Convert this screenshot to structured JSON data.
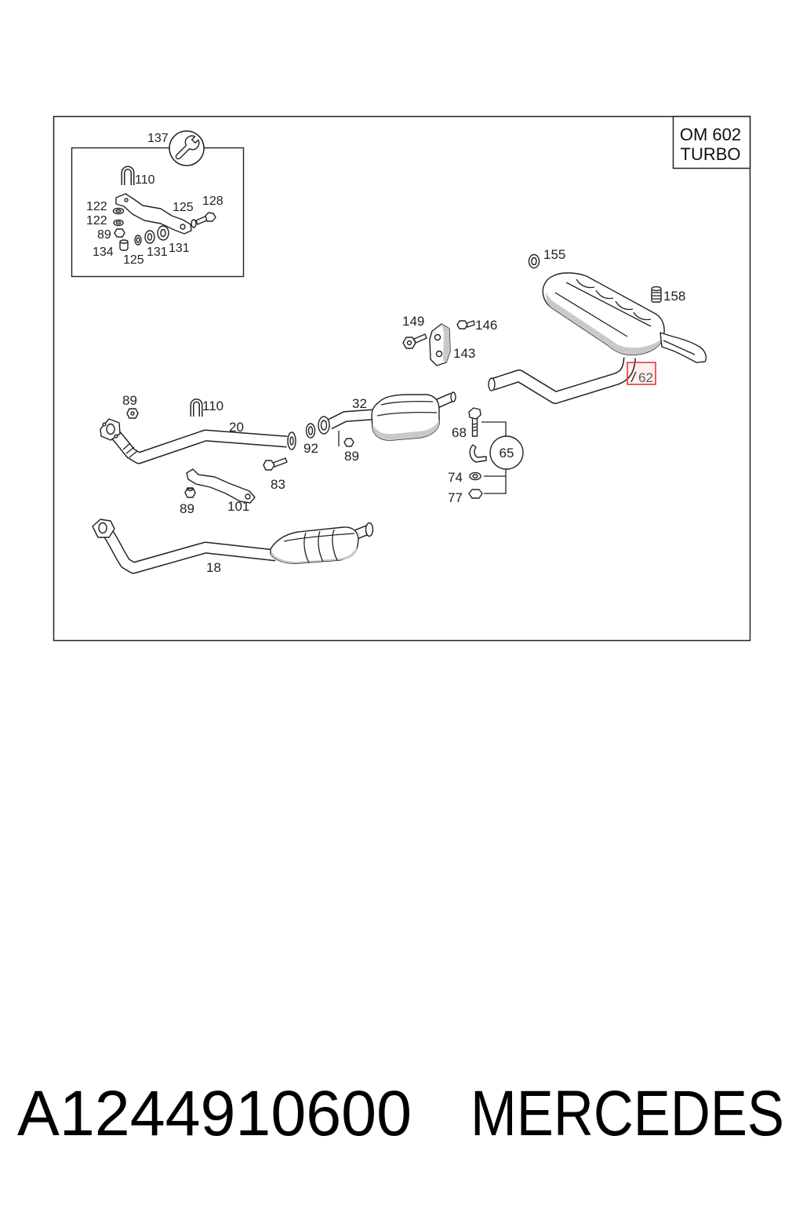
{
  "diagram": {
    "engine_box": {
      "line1": "OM 602",
      "line2": "TURBO"
    },
    "inset": {
      "tool_callout": "137",
      "callouts": [
        "110",
        "122",
        "122",
        "89",
        "134",
        "125",
        "131",
        "131",
        "125",
        "128"
      ]
    },
    "callouts": [
      "155",
      "158",
      "149",
      "146",
      "143",
      "89",
      "110",
      "20",
      "32",
      "92",
      "89",
      "68",
      "65",
      "83",
      "74",
      "77",
      "89",
      "101",
      "18"
    ],
    "highlighted_callout": "62",
    "highlight_color": "#e53935",
    "icons": {
      "tool": "wrench-icon"
    }
  },
  "footer": {
    "part_number": "A1244910600",
    "brand": "MERCEDES"
  }
}
